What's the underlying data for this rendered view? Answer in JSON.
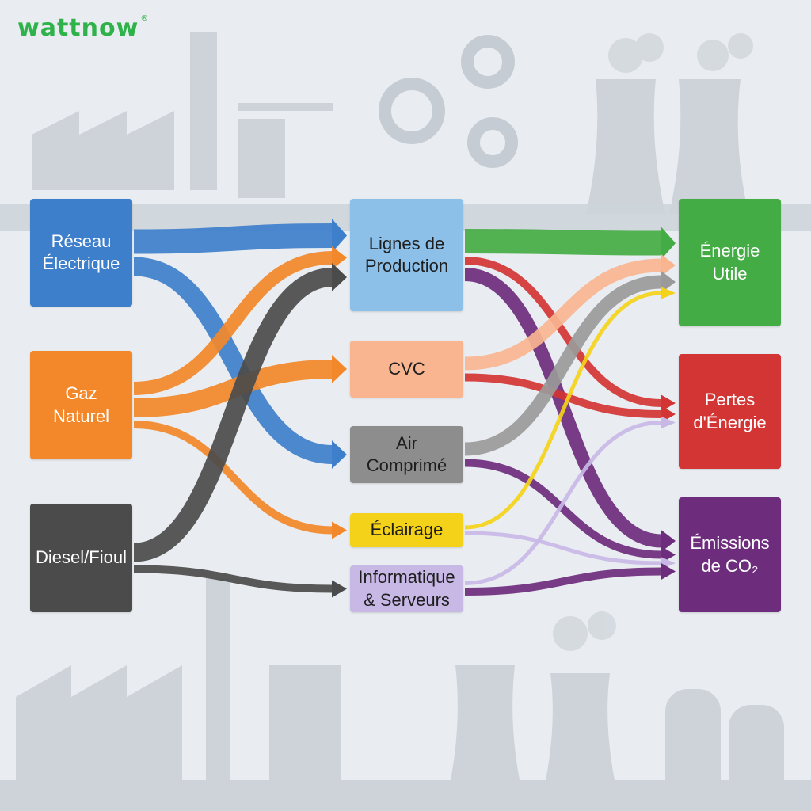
{
  "brand": {
    "logo": "wattnow",
    "registered": "®"
  },
  "colors": {
    "reseau": "#3e7fcb",
    "gaz": "#f2882a",
    "diesel": "#4b4b4b",
    "production": "#8cc0e8",
    "cvc": "#f8b590",
    "air": "#8d8d8d",
    "eclairage": "#f4d21a",
    "informatique": "#c8b8e6",
    "utile": "#44ac44",
    "pertes": "#d33434",
    "emissions": "#6d2d7c"
  },
  "sources": [
    {
      "id": "reseau",
      "lines": [
        "Réseau",
        "Électrique"
      ]
    },
    {
      "id": "gaz",
      "lines": [
        "Gaz",
        "Naturel"
      ]
    },
    {
      "id": "diesel",
      "lines": [
        "Diesel/Fioul"
      ]
    }
  ],
  "uses": [
    {
      "id": "production",
      "lines": [
        "Lignes de",
        "Production"
      ]
    },
    {
      "id": "cvc",
      "lines": [
        "CVC"
      ]
    },
    {
      "id": "air",
      "lines": [
        "Air",
        "Comprimé"
      ]
    },
    {
      "id": "eclairage",
      "lines": [
        "Éclairage"
      ]
    },
    {
      "id": "informatique",
      "lines": [
        "Informatique",
        "& Serveurs"
      ]
    }
  ],
  "outputs": [
    {
      "id": "utile",
      "lines": [
        "Énergie",
        "Utile"
      ]
    },
    {
      "id": "pertes",
      "lines": [
        "Pertes",
        "d'Énergie"
      ]
    },
    {
      "id": "emissions",
      "lines": [
        "Émissions",
        "de CO₂"
      ]
    }
  ],
  "flows": [
    {
      "from": "reseau",
      "to": "production",
      "color": "#3e7fcb",
      "weight": 5
    },
    {
      "from": "reseau",
      "to": "air",
      "color": "#3e7fcb",
      "weight": 4
    },
    {
      "from": "gaz",
      "to": "production",
      "color": "#f2882a",
      "weight": 3
    },
    {
      "from": "gaz",
      "to": "cvc",
      "color": "#f2882a",
      "weight": 4
    },
    {
      "from": "gaz",
      "to": "eclairage",
      "color": "#f2882a",
      "weight": 2
    },
    {
      "from": "diesel",
      "to": "production",
      "color": "#4b4b4b",
      "weight": 4
    },
    {
      "from": "diesel",
      "to": "informatique",
      "color": "#4b4b4b",
      "weight": 2
    },
    {
      "from": "production",
      "to": "utile",
      "color": "#44ac44",
      "weight": 5
    },
    {
      "from": "production",
      "to": "pertes",
      "color": "#d33434",
      "weight": 2
    },
    {
      "from": "production",
      "to": "emissions",
      "color": "#6d2d7c",
      "weight": 3
    },
    {
      "from": "cvc",
      "to": "utile",
      "color": "#f8b590",
      "weight": 3
    },
    {
      "from": "cvc",
      "to": "pertes",
      "color": "#d33434",
      "weight": 2
    },
    {
      "from": "air",
      "to": "utile",
      "color": "#9a9a9a",
      "weight": 3
    },
    {
      "from": "air",
      "to": "emissions",
      "color": "#6d2d7c",
      "weight": 2
    },
    {
      "from": "eclairage",
      "to": "utile",
      "color": "#f4d21a",
      "weight": 1
    },
    {
      "from": "eclairage",
      "to": "emissions",
      "color": "#c8b8e6",
      "weight": 1
    },
    {
      "from": "informatique",
      "to": "pertes",
      "color": "#c8b8e6",
      "weight": 1
    },
    {
      "from": "informatique",
      "to": "emissions",
      "color": "#6d2d7c",
      "weight": 2
    }
  ]
}
